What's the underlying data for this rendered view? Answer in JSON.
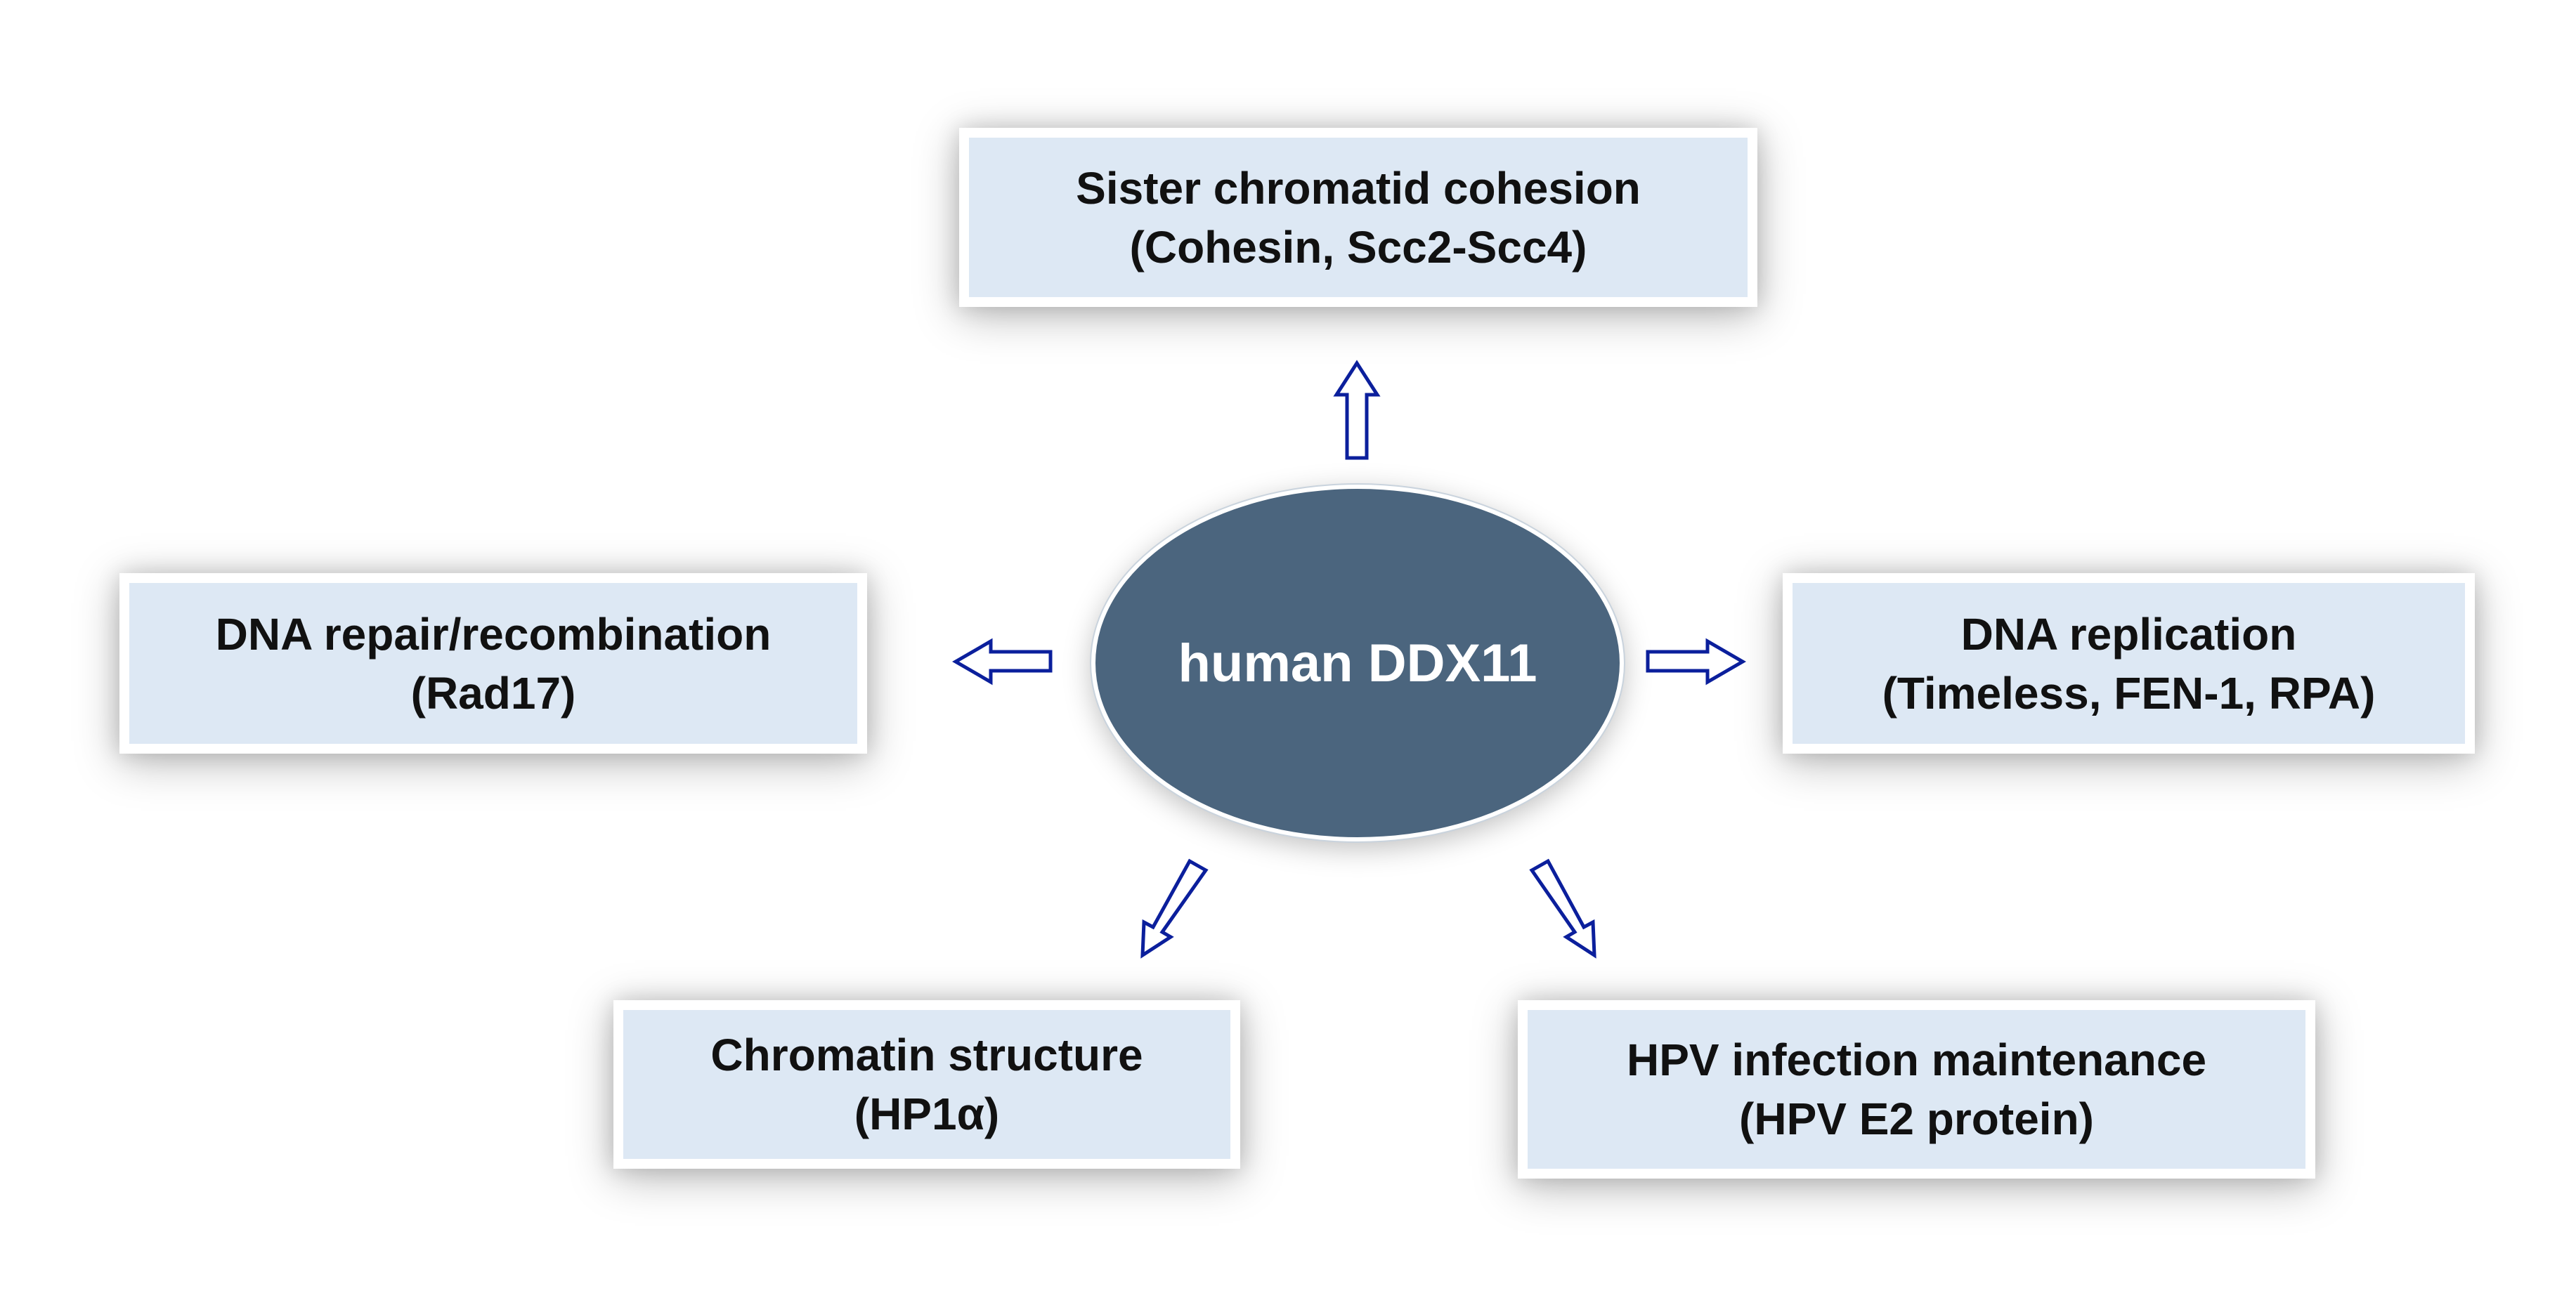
{
  "center": {
    "label": "human DDX11",
    "fill_color": "#4b657e"
  },
  "boxes": {
    "cohesion": {
      "line1": "Sister chromatid cohesion",
      "line2": "(Cohesin, Scc2-Scc4)"
    },
    "repair": {
      "line1": "DNA repair/recombination",
      "line2": "(Rad17)"
    },
    "replication": {
      "line1": "DNA replication",
      "line2": "(Timeless, FEN-1, RPA)"
    },
    "chromatin": {
      "line1": "Chromatin structure",
      "line2": "(HP1α)"
    },
    "hpv": {
      "line1": "HPV infection maintenance",
      "line2": "(HPV E2 protein)"
    }
  },
  "style": {
    "box_fill": "#dde8f4",
    "arrow_stroke": "#0b1f9c",
    "arrow_fill": "#ffffff"
  },
  "arrows": [
    {
      "from": "human DDX11",
      "to": "Sister chromatid cohesion",
      "icon": "hollow-arrow"
    },
    {
      "from": "human DDX11",
      "to": "DNA repair/recombination",
      "icon": "hollow-arrow"
    },
    {
      "from": "human DDX11",
      "to": "DNA replication",
      "icon": "hollow-arrow"
    },
    {
      "from": "human DDX11",
      "to": "Chromatin structure",
      "icon": "hollow-arrow"
    },
    {
      "from": "human DDX11",
      "to": "HPV infection maintenance",
      "icon": "hollow-arrow"
    }
  ]
}
